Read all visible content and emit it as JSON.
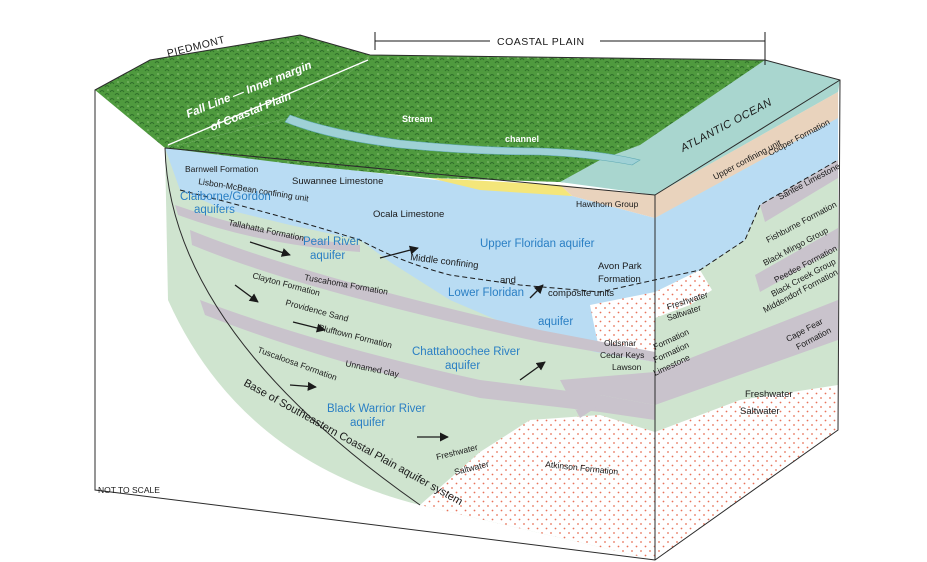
{
  "headers": {
    "piedmont": "PIEDMONT",
    "coastal_plain": "COASTAL PLAIN",
    "not_to_scale": "NOT TO SCALE"
  },
  "surface": {
    "fall_line_1": "Fall Line — Inner margin",
    "fall_line_2": "of Coastal Plain",
    "stream_1": "Stream",
    "stream_2": "channel",
    "ocean": "ATLANTIC OCEAN"
  },
  "formations": {
    "barnwell": "Barnwell Formation",
    "lisbon": "Lisbon-McBean confining unit",
    "suwannee": "Suwannee Limestone",
    "ocala": "Ocala Limestone",
    "tallahatta": "Tallahatta Formation",
    "tuscahoma": "Tuscahoma Formation",
    "clayton": "Clayton Formation",
    "providence": "Providence Sand",
    "blufftown": "Blufftown Formation",
    "unnamed_clay": "Unnamed clay",
    "tuscaloosa": "Tuscaloosa Formation",
    "atkinson": "Atkinson Formation",
    "hawthorn": "Hawthorn Group",
    "avon_park_1": "Avon Park",
    "avon_park_2": "Formation",
    "oldsmar": "Oldsmar",
    "cedar_keys": "Cedar Keys",
    "lawson": "Lawson",
    "formation_a": "Formation",
    "formation_b": "Formation",
    "limestone": "Limestone",
    "middle_confining_1": "Middle confining",
    "middle_confining_2": "and",
    "middle_confining_3": "composite units"
  },
  "aquifers": {
    "claiborne_1": "Claiborne/Gordon",
    "claiborne_2": "aquifers",
    "pearl_1": "Pearl River",
    "pearl_2": "aquifer",
    "upper_floridan": "Upper Floridan aquifer",
    "lower_floridan_1": "Lower Floridan",
    "lower_floridan_2": "aquifer",
    "chattahoochee_1": "Chattahoochee River",
    "chattahoochee_2": "aquifer",
    "black_warrior_1": "Black Warrior River",
    "black_warrior_2": "aquifer"
  },
  "front_face": {
    "upper_confining": "Upper confining unit",
    "cooper": "Cooper Formation",
    "santee": "Santee Limestone",
    "fishburne": "Fishburne Formation",
    "black_mingo": "Black Mingo Group",
    "peedee": "Peedee Formation",
    "black_creek": "Black Creek Group",
    "middendorf": "Middendorf Formation",
    "cape_fear_1": "Cape Fear",
    "cape_fear_2": "Formation"
  },
  "water": {
    "freshwater_1": "Freshwater",
    "saltwater_1": "Saltwater",
    "freshwater_2": "Freshwater",
    "saltwater_2": "Saltwater",
    "freshwater_3": "Freshwater",
    "saltwater_3": "Saltwater"
  },
  "base_label": "Base of Southeastern Coastal Plain aquifer system",
  "colors": {
    "forest": "#4f9a3e",
    "forest_dark": "#2f6e2a",
    "limestone_blue": "#b9dcf3",
    "aquifer_green": "#cfe4cf",
    "confining_gray": "#c9c3cc",
    "hawthorn_tan": "#e9d3bd",
    "sand_yellow": "#f4e67a",
    "salt_dot": "#e8735a",
    "aquifer_text": "#2a7fc4"
  }
}
